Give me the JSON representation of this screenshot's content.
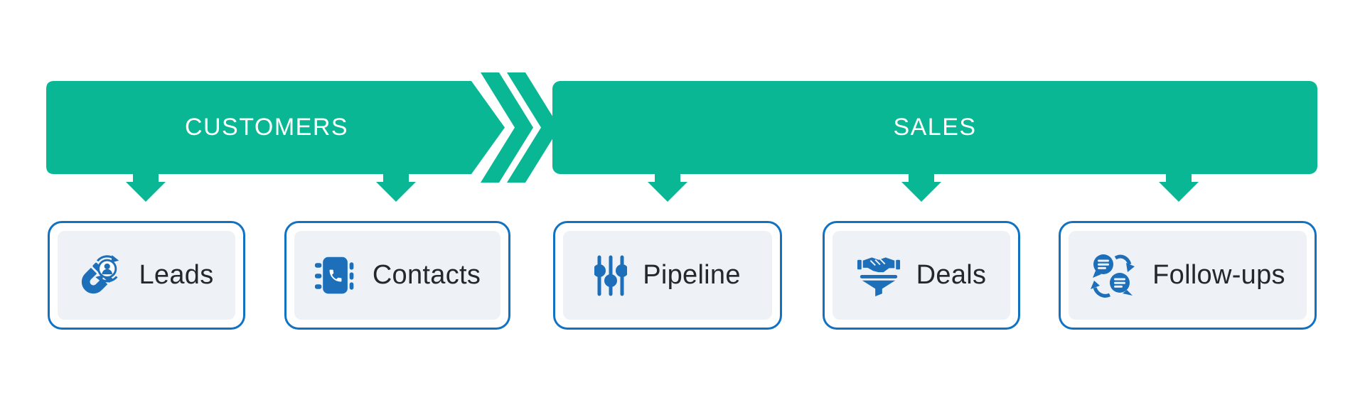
{
  "title": "CRM flow diagram",
  "colors": {
    "page-bg": "#ffffff",
    "teal": "#09b795",
    "banner-text": "#ffffff",
    "border-blue": "#1272c2",
    "icon-blue": "#1c6fb8",
    "panel": "#eef1f5",
    "label-dark": "#24272c"
  },
  "flow": {
    "connector": "triple-chevron-right",
    "banners": [
      {
        "id": "customers",
        "label": "CUSTOMERS"
      },
      {
        "id": "sales",
        "label": "SALES"
      }
    ]
  },
  "cards": [
    {
      "id": "leads",
      "label": "Leads",
      "icon": "magnet-user-icon",
      "group": "customers"
    },
    {
      "id": "contacts",
      "label": "Contacts",
      "icon": "phonebook-icon",
      "group": "customers"
    },
    {
      "id": "pipeline",
      "label": "Pipeline",
      "icon": "sliders-icon",
      "group": "sales"
    },
    {
      "id": "deals",
      "label": "Deals",
      "icon": "handshake-funnel-icon",
      "group": "sales"
    },
    {
      "id": "followups",
      "label": "Follow-ups",
      "icon": "chat-cycle-icon",
      "group": "sales"
    }
  ]
}
